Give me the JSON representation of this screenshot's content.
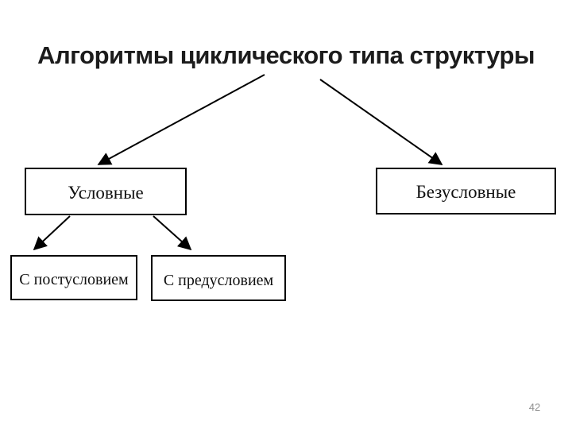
{
  "slide": {
    "title": "Алгоритмы циклического типа структуры",
    "page_number": "42",
    "colors": {
      "background": "#ffffff",
      "title_text": "#1c1c1c",
      "node_border": "#000000",
      "node_text": "#111111",
      "edge": "#000000",
      "page_number_text": "#8f8f8f"
    }
  },
  "diagram": {
    "type": "hierarchy",
    "root_label": "Алгоритмы циклического типа структуры",
    "nodes": [
      {
        "id": "uslovnye",
        "label": "Условные"
      },
      {
        "id": "bezuslovnye",
        "label": "Безусловные"
      },
      {
        "id": "postuslovie",
        "label": "С постусловием"
      },
      {
        "id": "preduslovie",
        "label": "С предусловием"
      }
    ],
    "edges": [
      {
        "from": "title",
        "to": "uslovnye"
      },
      {
        "from": "title",
        "to": "bezuslovnye"
      },
      {
        "from": "uslovnye",
        "to": "postuslovie"
      },
      {
        "from": "uslovnye",
        "to": "preduslovie"
      }
    ]
  }
}
